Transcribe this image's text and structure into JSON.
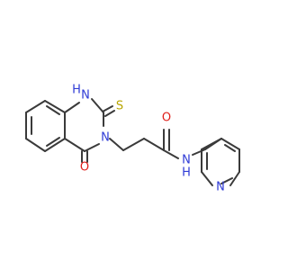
{
  "molecule": {
    "atoms": {
      "n1h": {
        "symbol": "N",
        "hydrogen": "H"
      },
      "s": {
        "symbol": "S"
      },
      "n3": {
        "symbol": "N"
      },
      "o4": {
        "symbol": "O"
      },
      "o_amide": {
        "symbol": "O"
      },
      "n_amide": {
        "symbol": "N"
      },
      "n_amide_h": {
        "symbol": "H"
      },
      "n_pyridine": {
        "symbol": "N"
      }
    },
    "colors": {
      "bond": "#3a3a3a",
      "nitrogen": "#2f3bd6",
      "oxygen": "#e0201b",
      "sulfur": "#b8a600"
    }
  }
}
